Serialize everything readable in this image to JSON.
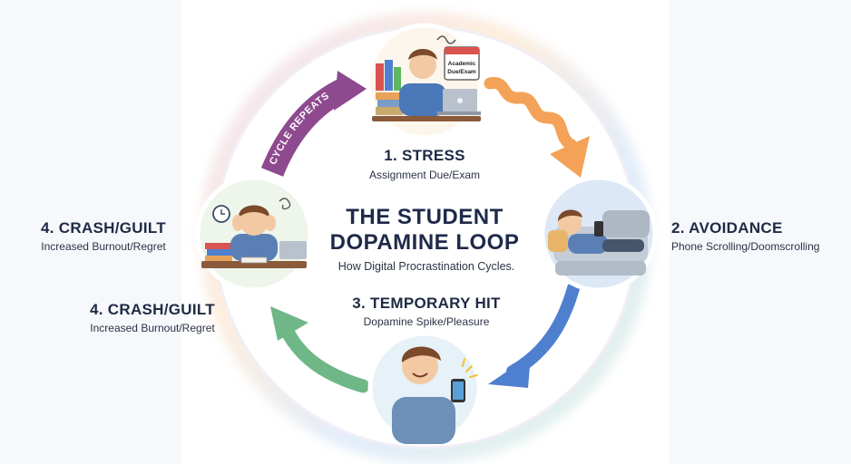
{
  "center": {
    "title_line1": "THE STUDENT",
    "title_line2": "DOPAMINE LOOP",
    "subtitle": "How Digital Procrastination Cycles."
  },
  "arc_label": "CYCLE REPEATS",
  "calendar_label_line1": "Academic",
  "calendar_label_line2": "Due/Exam",
  "stages": {
    "stress": {
      "title": "1. STRESS",
      "subtitle": "Assignment Due/Exam"
    },
    "avoidance": {
      "title": "2. AVOIDANCE",
      "subtitle": "Phone Scrolling/Doomscrolling"
    },
    "hit": {
      "title": "3. TEMPORARY HIT",
      "subtitle": "Dopamine Spike/Pleasure"
    },
    "crash_upper": {
      "title": "4. CRASH/GUILT",
      "subtitle": "Increased Burnout/Regret"
    },
    "crash_lower": {
      "title": "4. CRASH/GUILT",
      "subtitle": "Increased Burnout/Regret"
    }
  },
  "colors": {
    "stress_arrow": "#f3a257",
    "avoidance_arrow": "#4f7fcf",
    "hit_arrow": "#6fb787",
    "repeat_arrow": "#8e4a8f",
    "title_text": "#1f2a4a"
  }
}
